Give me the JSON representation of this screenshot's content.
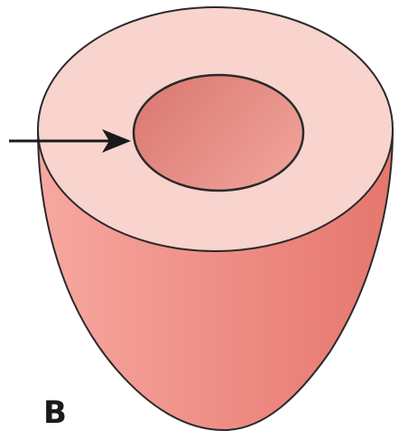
{
  "figure": {
    "panel_label": "B",
    "colors": {
      "outer_wall_light": "#f7a8a0",
      "outer_wall_mid": "#ee8c84",
      "outer_wall_dark": "#e5776e",
      "ring_top": "#f9d3cd",
      "cavity_light": "#ee9f96",
      "cavity_dark": "#d9766f",
      "outline": "#2a2a2a",
      "arrow": "#1a1a1a"
    },
    "parts": [
      "outer-wall",
      "top-ring-surface",
      "inner-cavity",
      "pointer-arrow"
    ]
  }
}
